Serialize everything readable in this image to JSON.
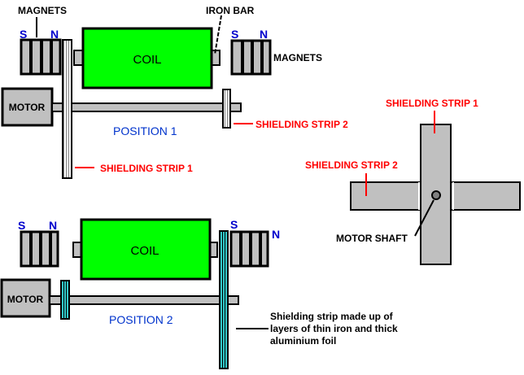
{
  "colors": {
    "coil": "#00ff00",
    "metal": "#c0c0c0",
    "outline": "#000000",
    "label_red": "#ff0000",
    "label_blue": "#0000cc",
    "laminate": "#33cccc"
  },
  "position1": {
    "title": "POSITION 1",
    "magnets_label": "MAGNETS",
    "magnets_label_right": "MAGNETS",
    "iron_bar_label": "IRON BAR",
    "coil_label": "COIL",
    "motor_label": "MOTOR",
    "left_pole_s": "S",
    "left_pole_n": "N",
    "right_pole_s": "S",
    "right_pole_n": "N",
    "strip1_label": "SHIELDING STRIP 1",
    "strip2_label": "SHIELDING STRIP 2"
  },
  "end_view": {
    "strip1_label": "SHIELDING STRIP 1",
    "strip2_label": "SHIELDING STRIP 2",
    "shaft_label": "MOTOR SHAFT"
  },
  "position2": {
    "title": "POSITION 2",
    "coil_label": "COIL",
    "motor_label": "MOTOR",
    "left_pole_s": "S",
    "left_pole_n": "N",
    "right_pole_s": "S",
    "right_pole_n": "N",
    "note_lines": [
      "Shielding strip made up of",
      "layers of thin iron and thick",
      "aluminium foil"
    ]
  }
}
